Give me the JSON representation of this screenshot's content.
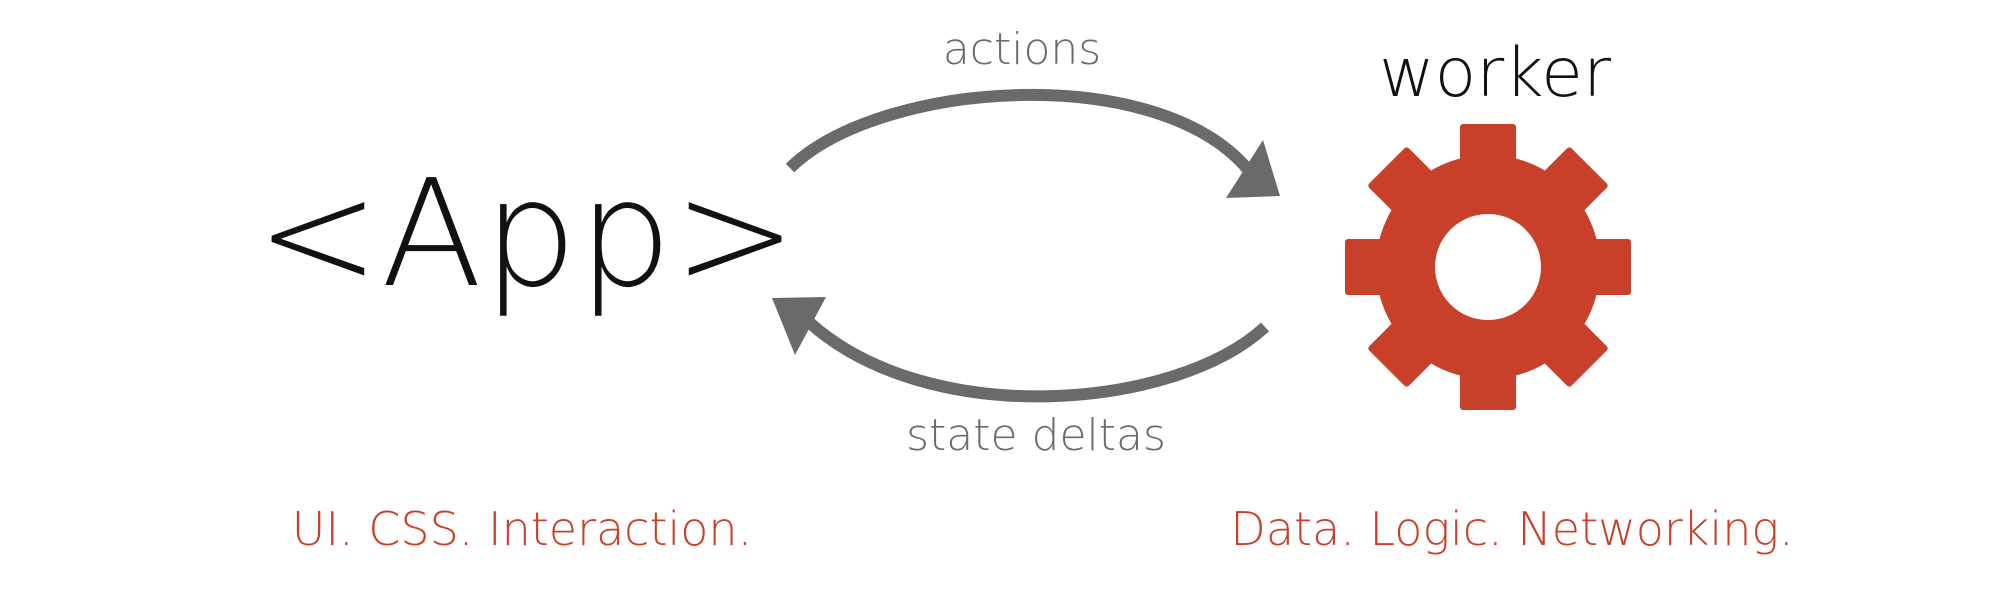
{
  "nodes": {
    "app": {
      "label": "<App>",
      "caption": "UI. CSS. Interaction."
    },
    "worker": {
      "label": "worker",
      "caption": "Data. Logic. Networking.",
      "icon": "gear-icon"
    }
  },
  "edges": {
    "actions": {
      "label": "actions",
      "from": "app",
      "to": "worker"
    },
    "state_deltas": {
      "label": "state deltas",
      "from": "worker",
      "to": "app"
    }
  },
  "colors": {
    "accent": "#c9402a",
    "arrow": "#6a6a6a",
    "text": "#111111"
  }
}
